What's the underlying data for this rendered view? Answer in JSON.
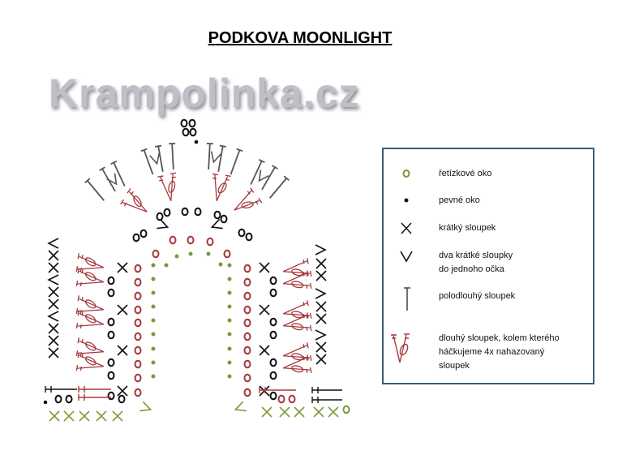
{
  "title": "PODKOVA MOONLIGHT",
  "watermark": "Krampolinka.cz",
  "colors": {
    "green": "#7a9a3a",
    "red": "#a5383c",
    "black": "#111111",
    "gray": "#555555",
    "legend_border": "#3f5a78"
  },
  "legend": {
    "items": [
      {
        "icon": "chain-stitch-icon",
        "label": "řetízkové oko"
      },
      {
        "icon": "slip-stitch-icon",
        "label": "pevné oko"
      },
      {
        "icon": "single-crochet-icon",
        "label": "krátký sloupek"
      },
      {
        "icon": "increase-icon",
        "label": "dva krátké sloupky",
        "label2": "do jednoho očka"
      },
      {
        "icon": "half-double-crochet-icon",
        "label": "polodlouhý sloupek"
      },
      {
        "icon": "long-stitch-icon",
        "label": "dlouhý sloupek, kolem kterého",
        "label2": "háčkujeme 4x nahazovaný",
        "label3": "sloupek"
      }
    ]
  }
}
